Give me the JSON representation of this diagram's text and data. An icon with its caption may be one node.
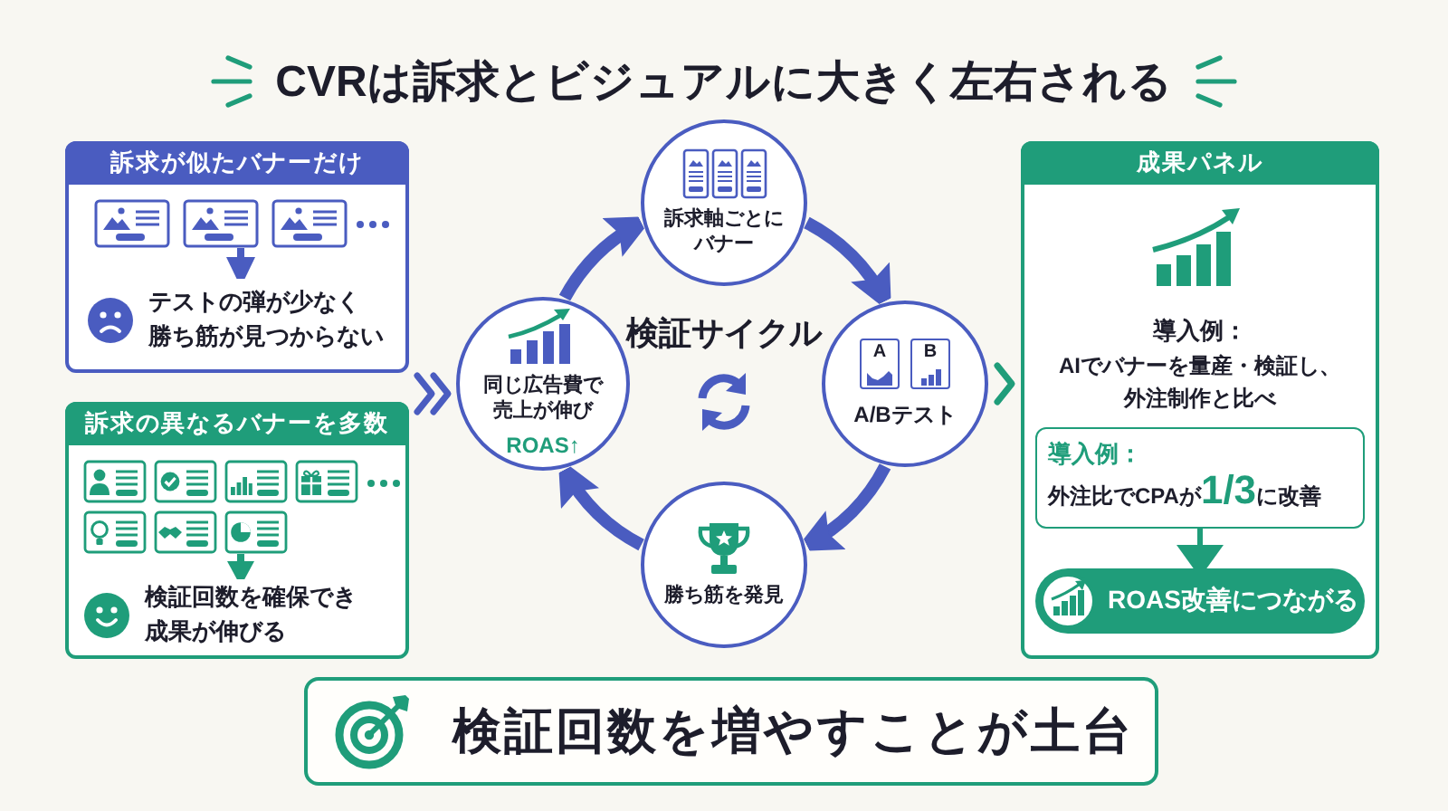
{
  "diagram": {
    "title": "CVRは訴求とビジュアルに大きく左右される",
    "nodes": [
      {
        "text": [
          "訴求が似たバナーだけ"
        ]
      },
      {
        "text": [],
        "shape": "picture",
        "in": 0
      },
      {
        "text": [
          "テストの弾が少なく勝ち筋が見つからない"
        ],
        "in": 0
      },
      {
        "text": [
          "訴求の異なるバナーを多数"
        ]
      },
      {
        "text": [],
        "shape": "picture",
        "in": 3
      },
      {
        "text": [
          "検証回数を確保でき成果が伸びる"
        ],
        "in": 3
      },
      {
        "text": [
          "訴求軸ごとにバナー"
        ]
      },
      {
        "text": [
          "同じ広告費で売上が伸び",
          "ROAS↑"
        ]
      },
      {
        "text": [
          "A",
          "B",
          "A/Bテスト"
        ]
      },
      {
        "text": [
          "勝ち筋を発見"
        ]
      },
      {
        "text": [
          "成果パネル",
          "導入例：",
          "AIでバナーを量産・検証し、外注制作と比べ"
        ]
      },
      {
        "text": [
          "導入例：",
          "外注比でCPAが**1/3**に改善"
        ],
        "in": 10
      },
      {
        "text": [
          "ROAS改善につながる"
        ],
        "in": 10
      },
      {
        "text": [
          "検証回数を増やすことが土台"
        ]
      }
    ],
    "edges": [
      {
        "from": 1,
        "to": 2,
        "arrow": "to"
      },
      {
        "from": 4,
        "to": 5,
        "arrow": "to",
        "color": "#1f9d7a"
      },
      {
        "from": 0,
        "to": 7,
        "arrow": "to"
      },
      {
        "from": 3,
        "to": 7,
        "arrow": "to"
      },
      {
        "from": 6,
        "to": 8,
        "arrow": "to"
      },
      {
        "from": 8,
        "to": 9,
        "arrow": "to"
      },
      {
        "from": 9,
        "to": 7,
        "arrow": "to"
      },
      {
        "from": 7,
        "to": 6,
        "arrow": "to"
      },
      {
        "from": 8,
        "to": 10,
        "arrow": "to",
        "color": "#1f9d7a"
      },
      {
        "from": 11,
        "to": 12,
        "arrow": "to",
        "color": "#1f9d7a"
      }
    ],
    "labels": [
      "検証サイクル"
    ]
  }
}
